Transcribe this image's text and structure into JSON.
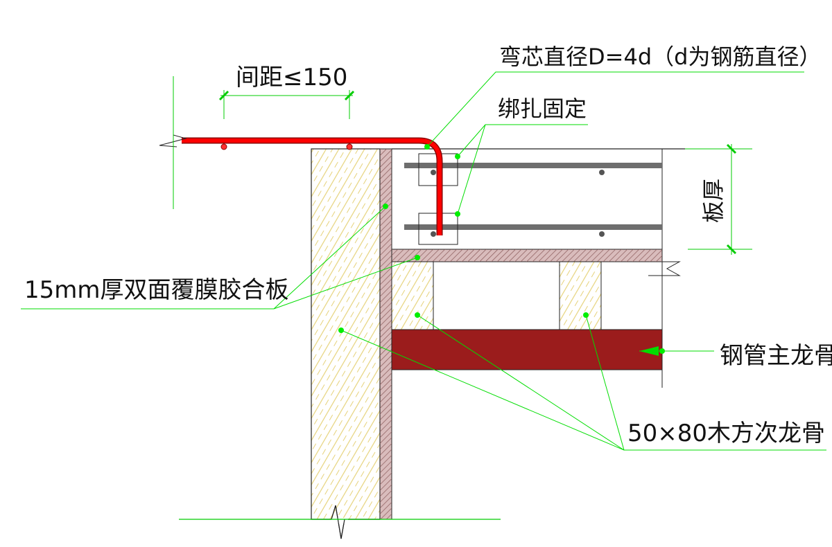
{
  "labels": {
    "spacing": "间距≤150",
    "bend_diameter": "弯芯直径D=4d（d为钢筋直径）",
    "tie_fixed": "绑扎固定",
    "slab_thickness": "板厚",
    "plywood": "15mm厚双面覆膜胶合板",
    "steel_main_keel": "钢管主龙骨",
    "timber_secondary_keel": "50×80木方次龙骨"
  },
  "colors": {
    "rebar_bent": "#ff0000",
    "rebar_bent_outline": "#8b0000",
    "rebar_slab": "#6e6e6e",
    "leader": "#00dd00",
    "dimension": "#00cc00",
    "wood_hatch": "#e6d27a",
    "plywood": "#b08a8a",
    "steel_keel": "#9b1c1c",
    "line": "#222222"
  }
}
